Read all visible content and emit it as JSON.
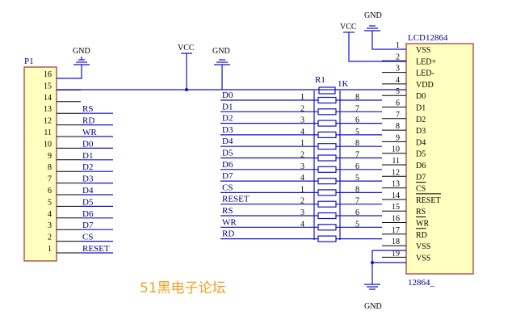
{
  "p1": {
    "ref": "P1",
    "pins": [
      "16",
      "15",
      "14",
      "13",
      "12",
      "11",
      "10",
      "9",
      "8",
      "7",
      "6",
      "5",
      "4",
      "3",
      "2",
      "1"
    ],
    "nets": [
      "",
      "",
      "",
      "RS",
      "RD",
      "WR",
      "D0",
      "D1",
      "D2",
      "D3",
      "D4",
      "D5",
      "D6",
      "D7",
      "CS",
      "RESET"
    ]
  },
  "lcd": {
    "ref": "LCD12864",
    "value": "12864_",
    "pin_numbers": [
      "1",
      "2",
      "3",
      "4",
      "5",
      "6",
      "7",
      "8",
      "9",
      "10",
      "11",
      "12",
      "13",
      "14",
      "15",
      "16",
      "17",
      "18",
      "19"
    ],
    "pin_names": [
      "VSS",
      "LED+",
      "LED-",
      "VDD",
      "D0",
      "D1",
      "D2",
      "D3",
      "D4",
      "D5",
      "D6",
      "D7",
      "CS",
      "RESET",
      "RS",
      "WR",
      "RD",
      "VSS",
      "VSS"
    ]
  },
  "rnet": {
    "ref": "R1",
    "value": "1K",
    "left_pins": [
      "1",
      "2",
      "3",
      "4",
      "1",
      "2",
      "3",
      "4",
      "1",
      "2",
      "3",
      "4"
    ],
    "right_pins": [
      "8",
      "7",
      "6",
      "5",
      "8",
      "7",
      "6",
      "5",
      "8",
      "7",
      "6",
      "5"
    ]
  },
  "middle_nets": [
    "D0",
    "D1",
    "D2",
    "D3",
    "D4",
    "D5",
    "D6",
    "D7",
    "CS",
    "RESET",
    "RS",
    "WR",
    "RD"
  ],
  "power": {
    "gnd": "GND",
    "vcc": "VCC"
  },
  "watermark": "51黑电子论坛"
}
